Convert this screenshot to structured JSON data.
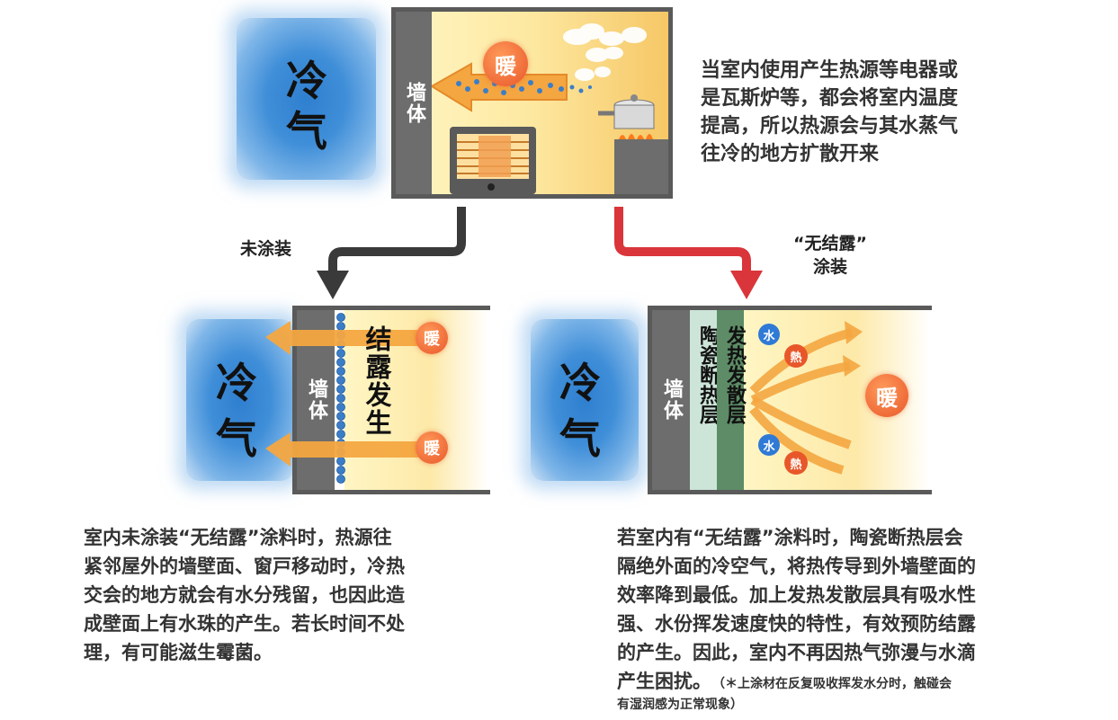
{
  "top": {
    "cold_label": "冷气",
    "wall_label": "墙体",
    "warm_label": "暖",
    "description": [
      "当室内使用产生热源等电器或",
      "是瓦斯炉等，都会将室内温度",
      "提高，所以热源会与其水蒸气",
      "往冷的地方扩散开来"
    ]
  },
  "arrows": {
    "left_label": "未涂装",
    "right_label_line1": "“无结露”",
    "right_label_line2": "涂装"
  },
  "left_panel": {
    "cold_label": "冷气",
    "wall_label": "墙体",
    "condensation_label": "结露发生",
    "warm_top": "暖",
    "warm_bottom": "暖",
    "description": [
      "室内未涂装“无结露”涂料时，热源往",
      "紧邻屋外的墙壁面、窗戸移动时，冷热",
      "交会的地方就会有水分残留，也因此造",
      "成壁面上有水珠的产生。若长时间不处",
      "理，有可能滋生霉菌。"
    ]
  },
  "right_panel": {
    "cold_label": "冷气",
    "wall_label": "墙体",
    "ceramic_layer_label": "陶瓷断热层",
    "dissipation_layer_label": "发热发散层",
    "water_label_1": "水",
    "heat_label_1": "熱",
    "water_label_2": "水",
    "heat_label_2": "熱",
    "warm_label": "暖",
    "description": [
      "若室内有“无结露”涂料时，陶瓷断热层会",
      "隔绝外面的冷空气，将热传导到外墙壁面的",
      "效率降到最低。加上发热发散层具有吸水性",
      "强、水份挥发速度快的特性，有效预防结露",
      "的产生。因此，室内不再因热气弥漫与水滴"
    ],
    "description_last": "产生困扰。",
    "note_line1": "（＊上涂材在反复吸收挥发水分时，触碰会",
    "note_line2": "有湿润感为正常现象）"
  },
  "colors": {
    "cold_blue": "#3f8ed8",
    "wall_gray": "#6d6d6d",
    "warm_orange": "#e8572a",
    "arrow_dark": "#3a3a3a",
    "arrow_red": "#d9353a",
    "water_blue": "#2f7ad6"
  }
}
